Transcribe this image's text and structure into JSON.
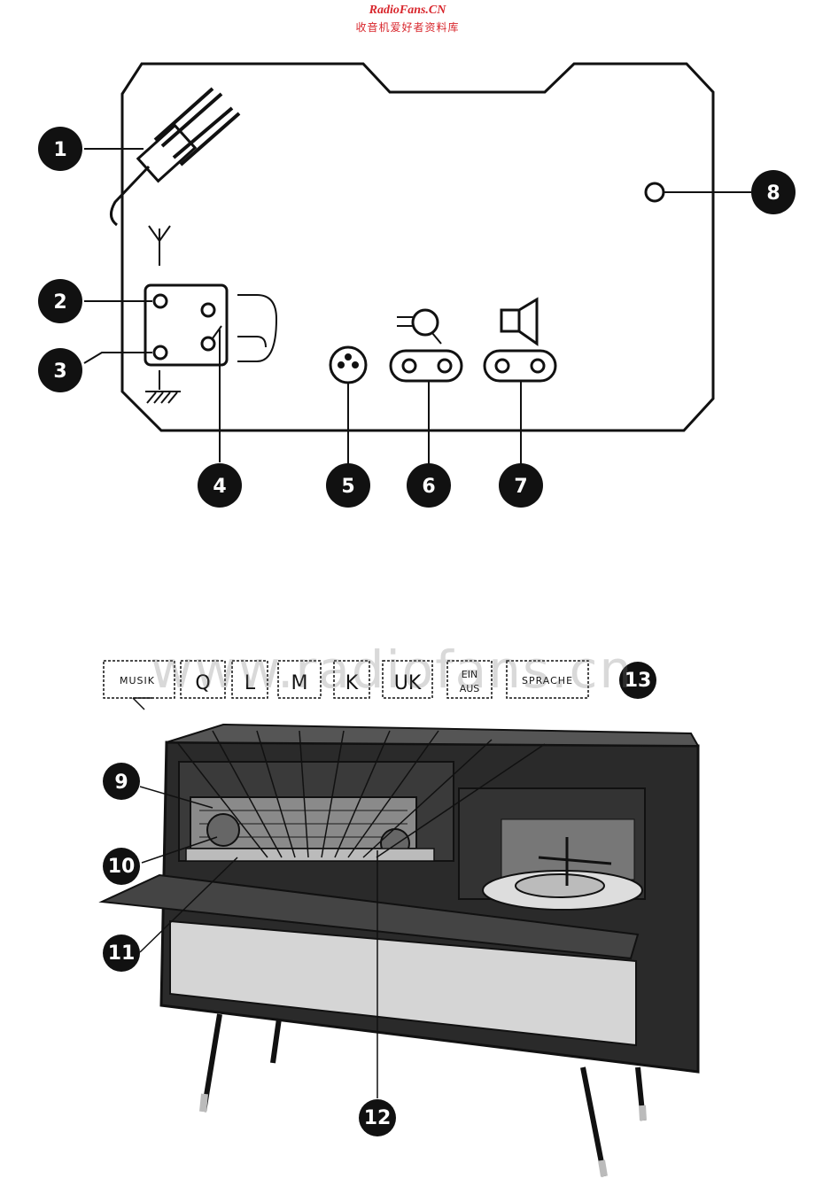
{
  "header": {
    "site": "RadioFans.CN",
    "subtitle": "收音机爱好者资料库"
  },
  "watermark": "www.radiofans.cn",
  "callouts": [
    "1",
    "2",
    "3",
    "4",
    "5",
    "6",
    "7",
    "8",
    "9",
    "10",
    "11",
    "12",
    "13"
  ],
  "keys": [
    "MUSIK",
    "Q",
    "L",
    "M",
    "K",
    "UK",
    "EIN",
    "AUS",
    "SPRACHE"
  ]
}
